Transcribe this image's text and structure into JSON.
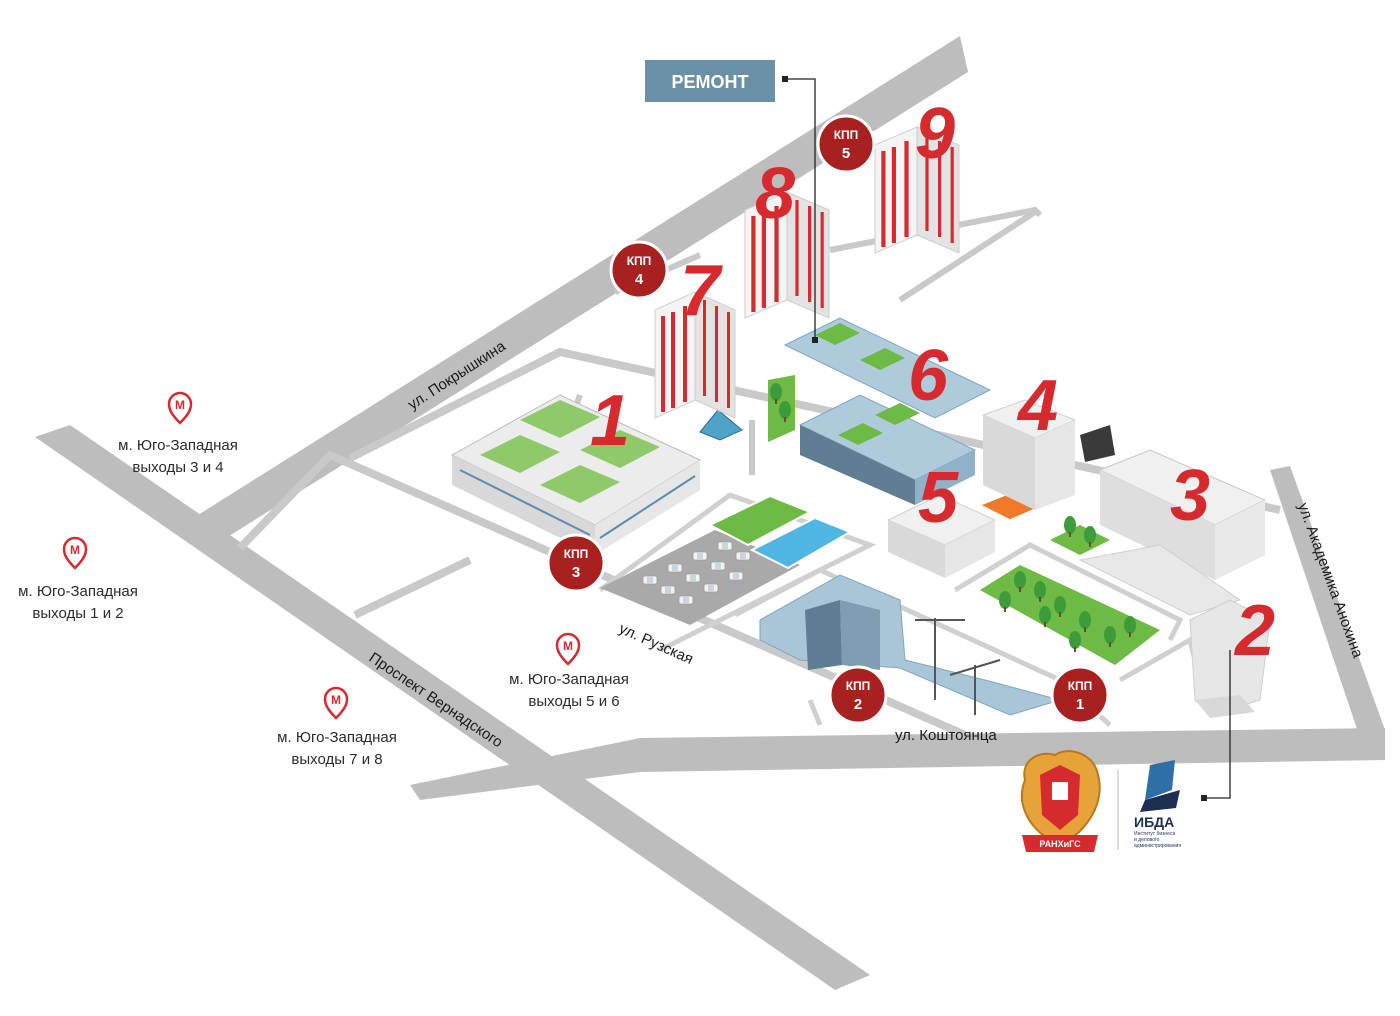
{
  "streets": {
    "pokryshkina": "ул. Покрышкина",
    "ruzskaya": "ул. Рузская",
    "koshtoyantsa": "ул. Коштоянца",
    "anokhina": "ул. Академика Анохина",
    "vernadskogo": "Проспект Вернадского"
  },
  "metro": [
    {
      "line1": "м. Юго-Западная",
      "line2": "выходы 3 и 4"
    },
    {
      "line1": "м. Юго-Западная",
      "line2": "выходы 1 и 2"
    },
    {
      "line1": "м. Юго-Западная",
      "line2": "выходы 5 и 6"
    },
    {
      "line1": "м. Юго-Западная",
      "line2": "выходы 7 и 8"
    }
  ],
  "buildings": [
    "1",
    "2",
    "3",
    "4",
    "5",
    "6",
    "7",
    "8",
    "9"
  ],
  "checkpoints": [
    {
      "label": "КПП",
      "number": "1"
    },
    {
      "label": "КПП",
      "number": "2"
    },
    {
      "label": "КПП",
      "number": "3"
    },
    {
      "label": "КПП",
      "number": "4"
    },
    {
      "label": "КПП",
      "number": "5"
    }
  ],
  "repair_label": "РЕМОНТ",
  "logos": {
    "ranepa": "РАНХиГС",
    "ibda_title": "ИБДА",
    "ibda_sub1": "Институт бизнеса",
    "ibda_sub2": "и делового",
    "ibda_sub3": "администрирования"
  },
  "colors": {
    "road": "#bdbdbd",
    "accent_red": "#d72a2e",
    "checkpoint_badge": "#a8201f",
    "repair_box": "#6a8fa6",
    "glass_building": "#aecbdc",
    "grass": "#6dbb45"
  },
  "icons": [
    "metro-icon",
    "checkpoint-badge",
    "tree-icon",
    "car-icon",
    "crane-icon"
  ]
}
